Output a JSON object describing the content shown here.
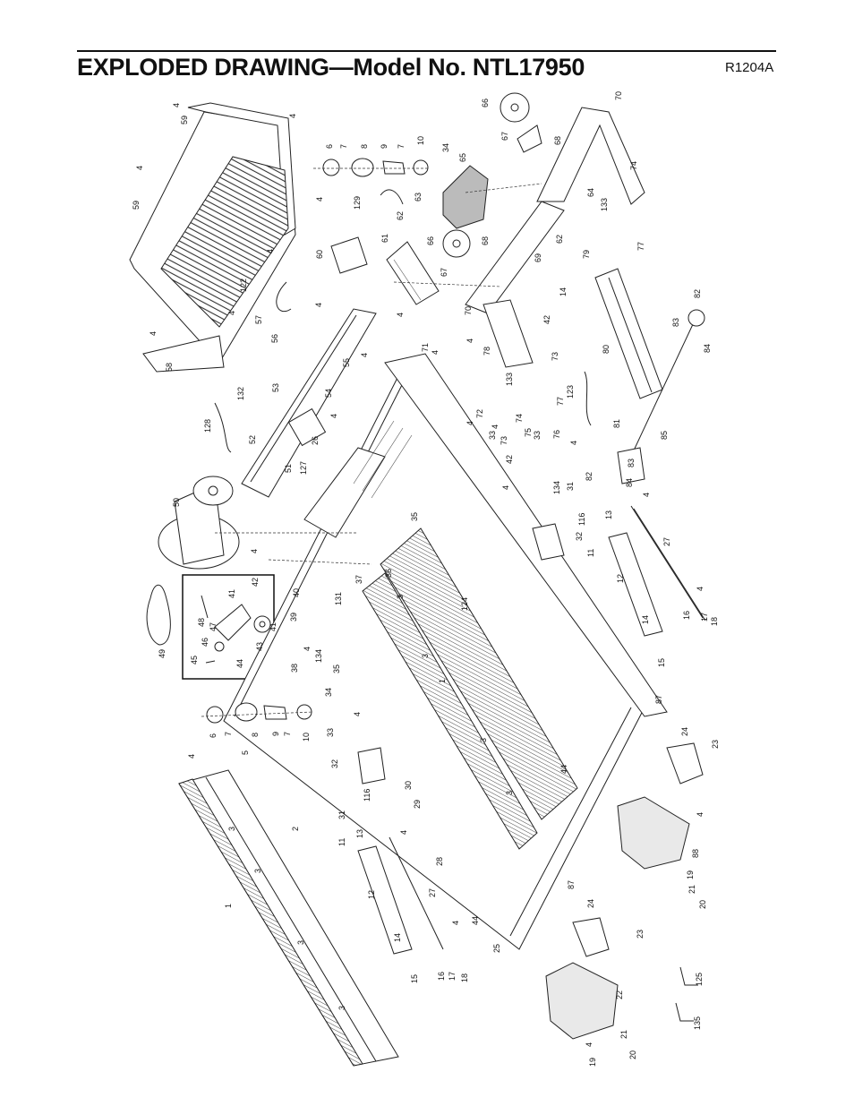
{
  "header": {
    "title": "EXPLODED DRAWING—Model No. NTL17950",
    "reference": "R1204A"
  },
  "callouts": {
    "n1": "1",
    "n2": "2",
    "n3": "3",
    "n4": "4",
    "n5": "5",
    "n6": "6",
    "n7": "7",
    "n8": "8",
    "n9": "9",
    "n10": "10",
    "n11": "11",
    "n12": "12",
    "n13": "13",
    "n14": "14",
    "n15": "15",
    "n16": "16",
    "n17": "17",
    "n18": "18",
    "n19": "19",
    "n20": "20",
    "n21": "21",
    "n22": "22",
    "n23": "23",
    "n24": "24",
    "n25": "25",
    "n26": "26",
    "n27": "27",
    "n28": "28",
    "n29": "29",
    "n30": "30",
    "n31": "31",
    "n32": "32",
    "n33": "33",
    "n34": "34",
    "n35": "35",
    "n36": "36",
    "n37": "37",
    "n38": "38",
    "n39": "39",
    "n40": "40",
    "n41": "41",
    "n42": "42",
    "n43": "43",
    "n44": "44",
    "n45": "45",
    "n46": "46",
    "n47": "47",
    "n48": "48",
    "n49": "49",
    "n50": "50",
    "n51": "51",
    "n52": "52",
    "n53": "53",
    "n54": "54",
    "n55": "55",
    "n56": "56",
    "n57": "57",
    "n58": "58",
    "n59": "59",
    "n60": "60",
    "n61": "61",
    "n62": "62",
    "n63": "63",
    "n64": "64",
    "n65": "65",
    "n66": "66",
    "n67": "67",
    "n68": "68",
    "n69": "69",
    "n70": "70",
    "n71": "71",
    "n72": "72",
    "n73": "73",
    "n74": "74",
    "n75": "75",
    "n76": "76",
    "n77": "77",
    "n78": "78",
    "n79": "79",
    "n80": "80",
    "n81": "81",
    "n82": "82",
    "n83": "83",
    "n84": "84",
    "n85": "85",
    "n87": "87",
    "n88": "88",
    "n116": "116",
    "n122": "122",
    "n123": "123",
    "n124": "124",
    "n125": "125",
    "n127": "127",
    "n128": "128",
    "n129": "129",
    "n131": "131",
    "n132": "132",
    "n133": "133",
    "n134": "134",
    "n135": "135"
  }
}
